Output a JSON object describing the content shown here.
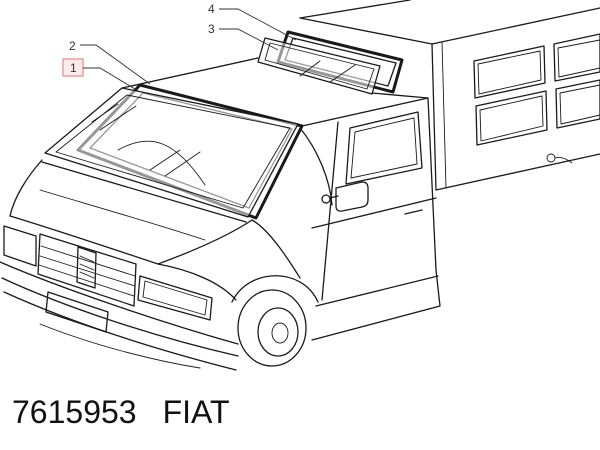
{
  "callouts": [
    {
      "label": "4",
      "highlighted": false
    },
    {
      "label": "3",
      "highlighted": false
    },
    {
      "label": "2",
      "highlighted": false
    },
    {
      "label": "1",
      "highlighted": true
    }
  ],
  "caption": {
    "part_number": "7615953",
    "brand": "FIAT"
  },
  "colors": {
    "line": "#1a1a1a",
    "highlight_border": "#e58a8a",
    "highlight_fill": "#fdeaea",
    "background": "#ffffff"
  }
}
